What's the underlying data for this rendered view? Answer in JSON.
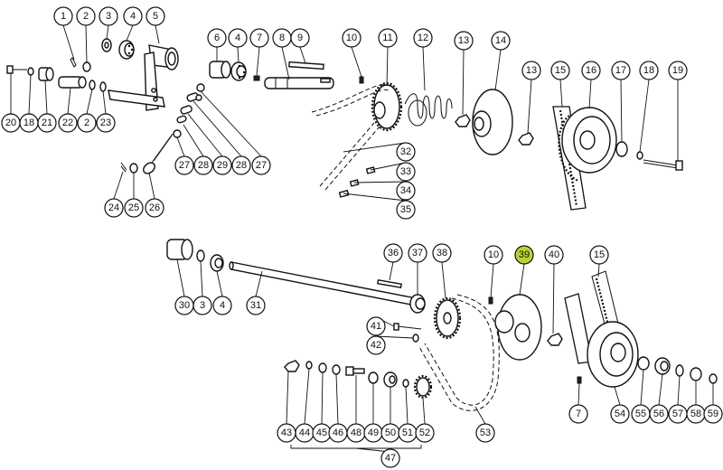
{
  "highlight_color": "#b9d332",
  "highlighted_part": "39",
  "group_label": "47",
  "callouts": [
    {
      "n": "1"
    },
    {
      "n": "2"
    },
    {
      "n": "3"
    },
    {
      "n": "4"
    },
    {
      "n": "5"
    },
    {
      "n": "6"
    },
    {
      "n": "4"
    },
    {
      "n": "7"
    },
    {
      "n": "8"
    },
    {
      "n": "9"
    },
    {
      "n": "10"
    },
    {
      "n": "11"
    },
    {
      "n": "12"
    },
    {
      "n": "13"
    },
    {
      "n": "14"
    },
    {
      "n": "13"
    },
    {
      "n": "15"
    },
    {
      "n": "16"
    },
    {
      "n": "17"
    },
    {
      "n": "18"
    },
    {
      "n": "19"
    },
    {
      "n": "20"
    },
    {
      "n": "18"
    },
    {
      "n": "21"
    },
    {
      "n": "22"
    },
    {
      "n": "2"
    },
    {
      "n": "23"
    },
    {
      "n": "27"
    },
    {
      "n": "28"
    },
    {
      "n": "29"
    },
    {
      "n": "28"
    },
    {
      "n": "27"
    },
    {
      "n": "24"
    },
    {
      "n": "25"
    },
    {
      "n": "26"
    },
    {
      "n": "32"
    },
    {
      "n": "33"
    },
    {
      "n": "34"
    },
    {
      "n": "35"
    },
    {
      "n": "30"
    },
    {
      "n": "3"
    },
    {
      "n": "4"
    },
    {
      "n": "31"
    },
    {
      "n": "36"
    },
    {
      "n": "37"
    },
    {
      "n": "38"
    },
    {
      "n": "10"
    },
    {
      "n": "39"
    },
    {
      "n": "40"
    },
    {
      "n": "15"
    },
    {
      "n": "41"
    },
    {
      "n": "42"
    },
    {
      "n": "43"
    },
    {
      "n": "44"
    },
    {
      "n": "45"
    },
    {
      "n": "46"
    },
    {
      "n": "48"
    },
    {
      "n": "49"
    },
    {
      "n": "50"
    },
    {
      "n": "51"
    },
    {
      "n": "52"
    },
    {
      "n": "53"
    },
    {
      "n": "7"
    },
    {
      "n": "54"
    },
    {
      "n": "55"
    },
    {
      "n": "56"
    },
    {
      "n": "57"
    },
    {
      "n": "58"
    },
    {
      "n": "59"
    }
  ]
}
